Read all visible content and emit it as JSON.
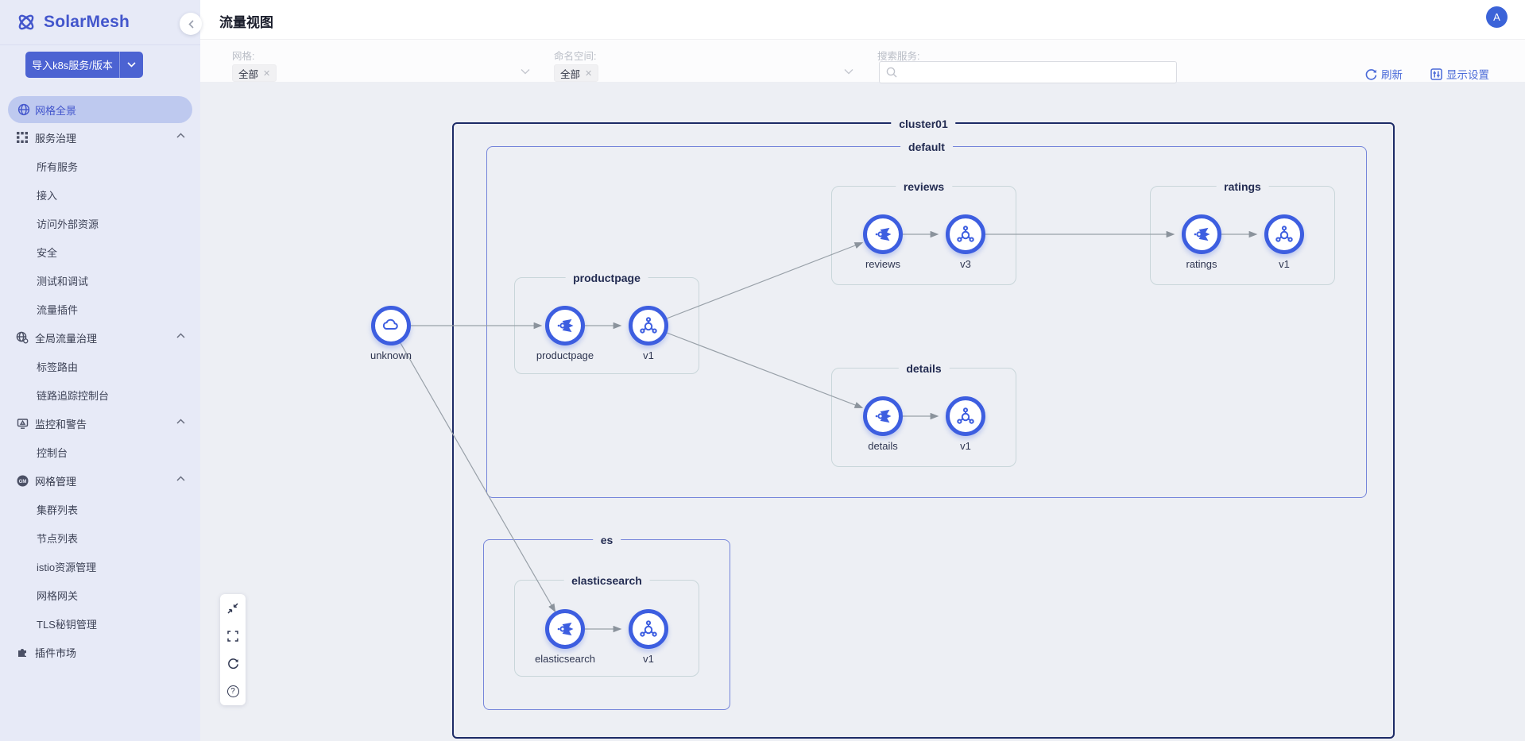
{
  "app": {
    "name": "SolarMesh"
  },
  "header": {
    "title": "流量视图",
    "avatar_initial": "A",
    "collapse_icon": "chevron-left-icon"
  },
  "sidebar": {
    "import_button": {
      "label": "导入k8s服务/版本",
      "dropdown_icon": "chevron-down-icon"
    },
    "items": [
      {
        "label": "网格全景",
        "icon": "globe-icon",
        "active": true
      },
      {
        "label": "服务治理",
        "icon": "grid-dots-icon",
        "expanded": true
      },
      {
        "label": "所有服务"
      },
      {
        "label": "接入"
      },
      {
        "label": "访问外部资源"
      },
      {
        "label": "安全"
      },
      {
        "label": "测试和调试"
      },
      {
        "label": "流量插件"
      },
      {
        "label": "全局流量治理",
        "icon": "globe-gear-icon",
        "expanded": true
      },
      {
        "label": "标签路由"
      },
      {
        "label": "链路追踪控制台"
      },
      {
        "label": "监控和警告",
        "icon": "monitor-alert-icon",
        "expanded": true
      },
      {
        "label": "控制台"
      },
      {
        "label": "网格管理",
        "icon": "mesh-badge-icon",
        "expanded": true
      },
      {
        "label": "集群列表"
      },
      {
        "label": "节点列表"
      },
      {
        "label": "istio资源管理"
      },
      {
        "label": "网格网关"
      },
      {
        "label": "TLS秘钥管理"
      },
      {
        "label": "插件市场",
        "icon": "puzzle-icon"
      }
    ]
  },
  "filterbar": {
    "mesh_label": "网格:",
    "mesh_selected": "全部",
    "namespace_label": "命名空间:",
    "namespace_selected": "全部",
    "search_label": "搜索服务:",
    "search_placeholder": "",
    "refresh_label": "刷新",
    "display_settings_label": "显示设置"
  },
  "graph": {
    "cluster": {
      "label": "cluster01"
    },
    "namespaces": [
      {
        "label": "default"
      },
      {
        "label": "es"
      }
    ],
    "groups": [
      {
        "label": "productpage"
      },
      {
        "label": "reviews"
      },
      {
        "label": "ratings"
      },
      {
        "label": "details"
      },
      {
        "label": "elasticsearch"
      }
    ],
    "nodes": [
      {
        "label": "unknown",
        "type": "cloud"
      },
      {
        "label": "productpage",
        "type": "service"
      },
      {
        "label": "v1",
        "type": "workload"
      },
      {
        "label": "reviews",
        "type": "service"
      },
      {
        "label": "v3",
        "type": "workload"
      },
      {
        "label": "ratings",
        "type": "service"
      },
      {
        "label": "v1",
        "type": "workload"
      },
      {
        "label": "details",
        "type": "service"
      },
      {
        "label": "v1",
        "type": "workload"
      },
      {
        "label": "elasticsearch",
        "type": "service"
      },
      {
        "label": "v1",
        "type": "workload"
      }
    ],
    "edges": [
      [
        "unknown",
        "productpage"
      ],
      [
        "unknown",
        "elasticsearch"
      ],
      [
        "productpage",
        "productpage.v1"
      ],
      [
        "productpage.v1",
        "reviews"
      ],
      [
        "productpage.v1",
        "details"
      ],
      [
        "reviews",
        "reviews.v3"
      ],
      [
        "reviews.v3",
        "ratings"
      ],
      [
        "ratings",
        "ratings.v1"
      ],
      [
        "details",
        "details.v1"
      ],
      [
        "elasticsearch",
        "elasticsearch.v1"
      ]
    ]
  },
  "canvas_toolbar": {
    "icons": [
      "compress-icon",
      "fullscreen-icon",
      "refresh-icon",
      "help-icon"
    ]
  },
  "colors": {
    "brand": "#4356cc",
    "primary_button": "#4c63d2",
    "link": "#4a6ad8",
    "node_border": "#3d5ee0",
    "cluster_border": "#1d2b66",
    "namespace_border": "#7585da",
    "group_border": "#c9d6da",
    "edge": "#98a0a8",
    "sidebar_bg": "#e7eaf7",
    "canvas_bg": "#edeff4"
  }
}
